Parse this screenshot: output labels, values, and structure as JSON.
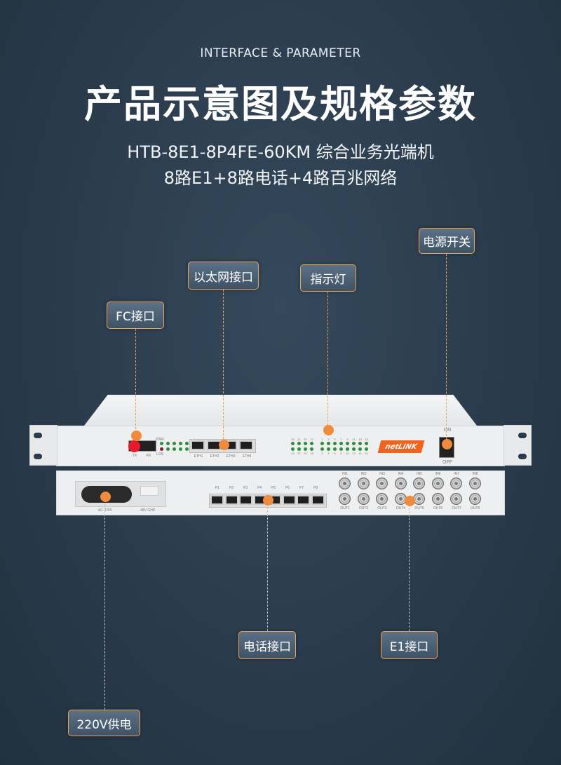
{
  "header": {
    "subtitle": "INTERFACE & PARAMETER",
    "title": "产品示意图及规格参数",
    "model_line1": "HTB-8E1-8P4FE-60KM 综合业务光端机",
    "model_line2": "8路E1+8路电话+4路百兆网络"
  },
  "callouts": {
    "power_switch": "电源开关",
    "ethernet": "以太网接口",
    "indicator": "指示灯",
    "fc": "FC接口",
    "phone": "电话接口",
    "e1": "E1接口",
    "power_supply": "220V供电"
  },
  "device": {
    "fc_tx": "TX",
    "fc_rx": "RX",
    "pwr": "PWR",
    "los": "LOS",
    "eth": [
      "ETH1",
      "ETH2",
      "ETH3",
      "ETH4"
    ],
    "led_top_a": [
      "23",
      "21",
      "19",
      "17"
    ],
    "led_bot_a": [
      "24",
      "22",
      "20",
      "18"
    ],
    "led_top_b": [
      "1",
      "3",
      "5",
      "7",
      "9",
      "11",
      "13",
      "15"
    ],
    "led_bot_b": [
      "2",
      "4",
      "6",
      "8",
      "10",
      "12",
      "14",
      "16"
    ],
    "brand": "netLINK",
    "switch_on": "ON",
    "switch_off": "OFF",
    "ac": "AC-220V",
    "dc": "-48V GHD",
    "phone_ports": [
      "P1",
      "P2",
      "P3",
      "P4",
      "P5",
      "P6",
      "P7",
      "P8"
    ],
    "e1_in": [
      "IN1",
      "IN2",
      "IN3",
      "IN4",
      "IN5",
      "IN6",
      "IN7",
      "IN8"
    ],
    "e1_out": [
      "OUT1",
      "OUT2",
      "OUT3",
      "OUT4",
      "OUT5",
      "OUT6",
      "OUT7",
      "OUT8"
    ]
  },
  "colors": {
    "accent": "#f08a3c",
    "brand": "#f0641e",
    "led": "#2f8f3a"
  }
}
